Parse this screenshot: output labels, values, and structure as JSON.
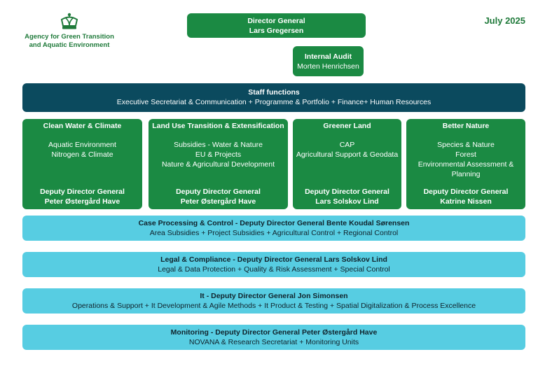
{
  "logo": {
    "icon": "crown-icon",
    "line1": "Agency for Green Transition",
    "line2": "and Aquatic Environment"
  },
  "date": "July 2025",
  "director_general": {
    "title": "Director General",
    "name": "Lars Gregersen"
  },
  "internal_audit": {
    "title": "Internal Audit",
    "name": "Morten Henrichsen"
  },
  "staff_functions": {
    "title": "Staff functions",
    "items": "Executive Secretariat & Communication + Programme & Portfolio + Finance+ Human Resources"
  },
  "divisions": [
    {
      "title": "Clean Water & Climate",
      "items": [
        "Aquatic Environment",
        "Nitrogen & Climate"
      ],
      "head_title": "Deputy Director General",
      "head_name": "Peter Østergård Have"
    },
    {
      "title": "Land Use Transition & Extensification",
      "items": [
        "Subsidies - Water & Nature",
        "EU & Projects",
        "Nature & Agricultural Development"
      ],
      "head_title": "Deputy Director General",
      "head_name": "Peter Østergård Have"
    },
    {
      "title": "Greener Land",
      "items": [
        "CAP",
        "Agricultural Support & Geodata"
      ],
      "head_title": "Deputy Director General",
      "head_name": "Lars Solskov Lind"
    },
    {
      "title": "Better Nature",
      "items": [
        "Species & Nature",
        "Forest",
        "Environmental Assessment &",
        "Planning"
      ],
      "head_title": "Deputy Director General",
      "head_name": "Katrine Nissen"
    }
  ],
  "bands": [
    {
      "title": "Case Processing & Control - Deputy Director General Bente Koudal Sørensen",
      "items": "Area Subsidies + Project Subsidies + Agricultural Control + Regional Control"
    },
    {
      "title": "Legal & Compliance - Deputy Director General Lars Solskov Lind",
      "items": "Legal & Data Protection + Quality & Risk Assessment + Special Control"
    },
    {
      "title": "It - Deputy Director General Jon Simonsen",
      "items": "Operations & Support + It Development & Agile Methods + It Product & Testing + Spatial Digitalization & Process Excellence"
    },
    {
      "title": "Monitoring - Deputy Director General Peter Østergård Have",
      "items": "NOVANA & Research Secretariat + Monitoring Units"
    }
  ],
  "colors": {
    "green": "#1b8a43",
    "navy": "#0b4a5e",
    "cyan": "#57cde2",
    "text_green": "#1f7a3a"
  }
}
